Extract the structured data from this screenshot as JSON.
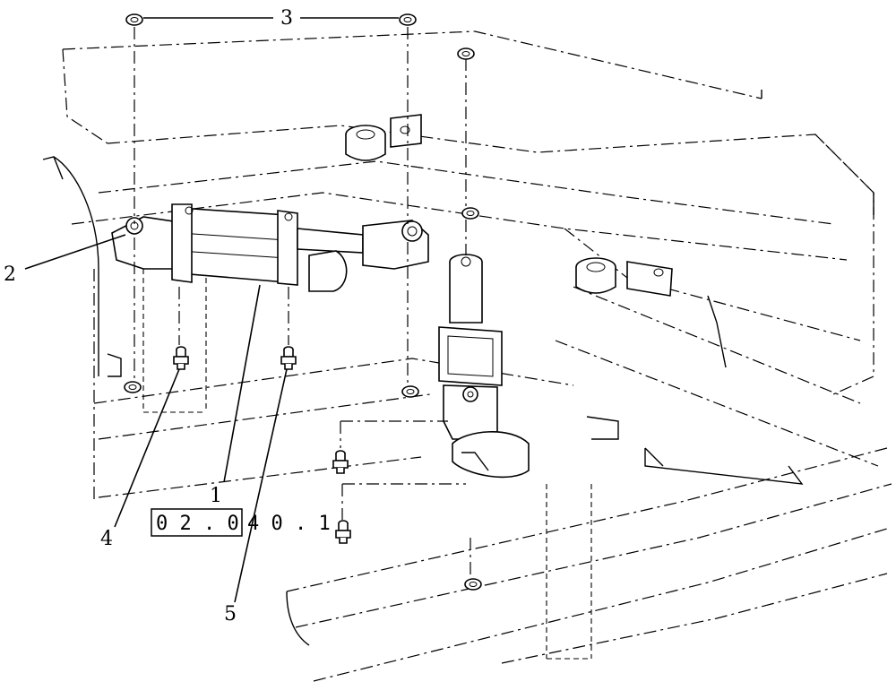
{
  "callouts": {
    "c1": "1",
    "c2": "2",
    "c3": "3",
    "c4": "4",
    "c5": "5"
  },
  "reference": {
    "boxed": "0 2 . 0",
    "rest": "4 0 . 1"
  }
}
